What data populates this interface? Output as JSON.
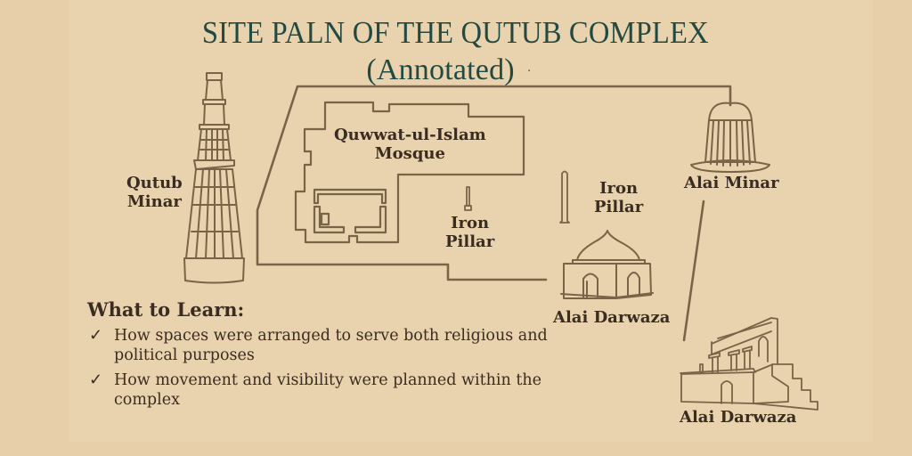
{
  "title": {
    "main": "SITE PALN OF THE QUTUB COMPLEX",
    "sub": "(Annotated)",
    "dot": "·"
  },
  "colors": {
    "background": "#e7cfa9",
    "panel": "#e9d3ae",
    "title": "#234a42",
    "line": "#7a6448",
    "text": "#3a2c20"
  },
  "labels": {
    "qutub_minar": [
      "Qutub",
      "Minar"
    ],
    "mosque": [
      "Quwwat-ul-Islam",
      "Mosque"
    ],
    "iron_pillar_inner": [
      "Iron",
      "Pillar"
    ],
    "iron_pillar_outer": [
      "Iron",
      "Pillar"
    ],
    "alai_minar": "Alai Minar",
    "alai_darwaza_dome": "Alai Darwaza",
    "alai_darwaza_terrace": "Alai Darwaza"
  },
  "learn": {
    "heading": "What to Learn:",
    "check_icon": "✓",
    "items": [
      "How spaces were arranged to serve both religious and political purposes",
      "How movement and visibility were planned within the complex"
    ]
  }
}
